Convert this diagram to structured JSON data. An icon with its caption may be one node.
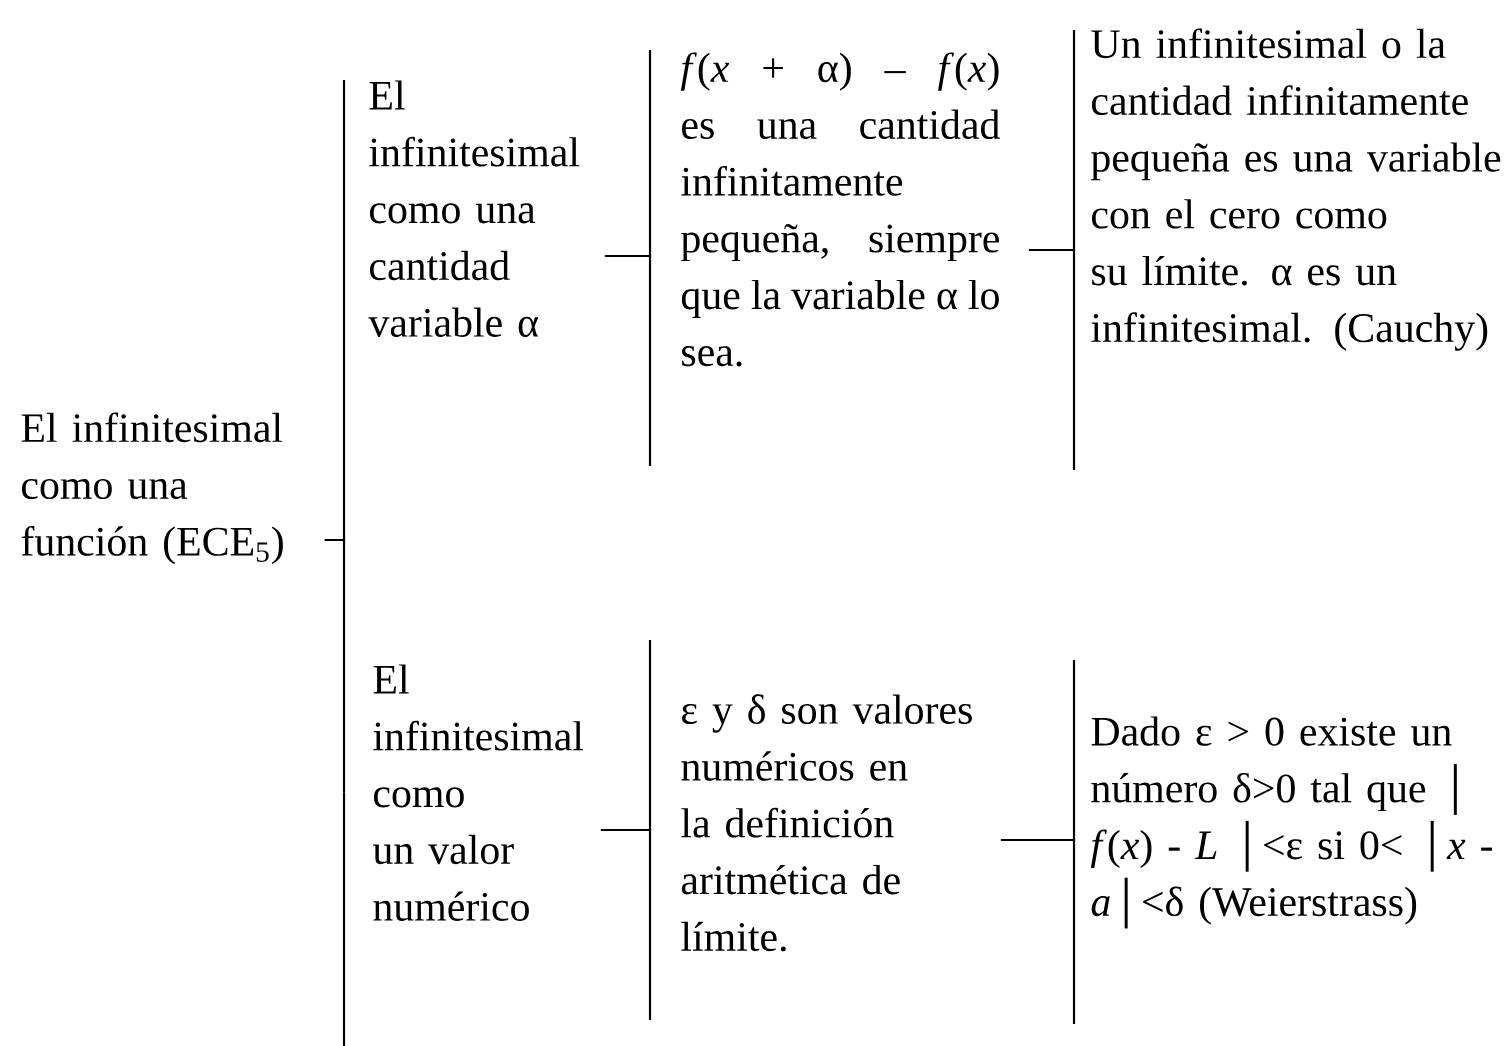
{
  "diagram": {
    "nodes": [
      {
        "text": [
          "El infinitesimal como una función (ECE$_{5}$)"
        ]
      },
      {
        "text": [
          "El infinitesimal como una cantidad variable α"
        ]
      },
      {
        "text": [
          "*f*(*x* + α) – *f*(*x*) es una cantidad infinitamente pequeña, siempre que la variable α lo sea."
        ]
      },
      {
        "text": [
          "Un infinitesimal o la cantidad infinitamente pequeña es una variable con el cero como su límite. α es un infinitesimal. (Cauchy)"
        ]
      },
      {
        "text": [
          "El infinitesimal como un valor numérico"
        ]
      },
      {
        "text": [
          "ε y δ son valores numéricos en la definición aritmética de límite."
        ]
      },
      {
        "text": [
          "Dado ε > 0 existe un número δ>0 tal que │ *f*(*x*) - *L* │<ε si 0< │*x* - *a*│<δ (Weierstrass)"
        ]
      }
    ],
    "edges": [
      {
        "from": 0,
        "to": 1,
        "arrow": "none"
      },
      {
        "from": 0,
        "to": 4,
        "arrow": "none"
      },
      {
        "from": 1,
        "to": 2,
        "arrow": "none"
      },
      {
        "from": 2,
        "to": 3,
        "arrow": "none"
      },
      {
        "from": 4,
        "to": 5,
        "arrow": "none"
      },
      {
        "from": 5,
        "to": 6,
        "arrow": "none"
      }
    ]
  }
}
